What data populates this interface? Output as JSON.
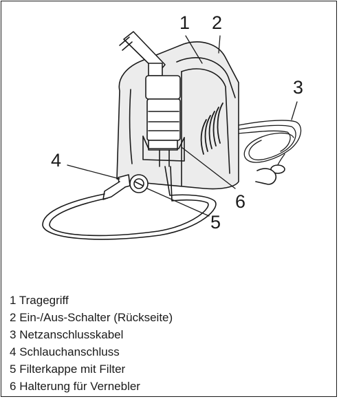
{
  "callouts": [
    {
      "num": "1",
      "label": "Tragegriff"
    },
    {
      "num": "2",
      "label": "Ein-/Aus-Schalter (Rückseite)"
    },
    {
      "num": "3",
      "label": "Netzanschlusskabel"
    },
    {
      "num": "4",
      "label": "Schlauchanschluss"
    },
    {
      "num": "5",
      "label": "Filterkappe mit Filter"
    },
    {
      "num": "6",
      "label": "Halterung für Vernebler"
    }
  ],
  "colors": {
    "ink": "#1a1a1a",
    "body_shade": "#ececec",
    "paper": "#ffffff"
  }
}
